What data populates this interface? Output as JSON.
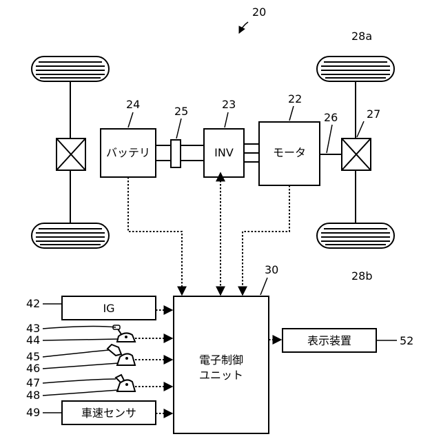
{
  "figure": {
    "ref": "20",
    "wheels": {
      "top_right": "28a",
      "bottom_right": "28b"
    },
    "components": {
      "battery": {
        "ref": "24",
        "label": "バッテリ"
      },
      "relay": {
        "ref": "25"
      },
      "inverter": {
        "ref": "23",
        "label": "INV"
      },
      "motor": {
        "ref": "22",
        "label": "モータ"
      },
      "shaft": {
        "ref": "26"
      },
      "differential": {
        "ref": "27"
      },
      "ecu": {
        "ref": "30",
        "label_line1": "電子制御",
        "label_line2": "ユニット"
      },
      "ignition": {
        "ref": "42",
        "label": "IG"
      },
      "accel_pedal": {
        "ref": "43",
        "sensor_ref": "44"
      },
      "brake_pedal": {
        "ref": "45",
        "sensor_ref": "46"
      },
      "pedal_3": {
        "ref": "47",
        "sensor_ref": "48"
      },
      "speed_sensor": {
        "ref": "49",
        "label": "車速センサ"
      },
      "display": {
        "ref": "52",
        "label": "表示装置"
      }
    }
  },
  "colors": {
    "line": "#000000",
    "background": "#ffffff"
  }
}
